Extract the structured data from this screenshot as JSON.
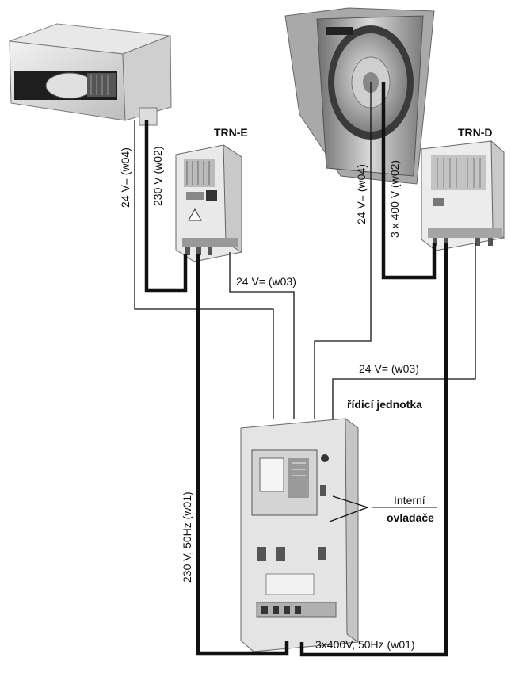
{
  "devices": {
    "trn_e": "TRN-E",
    "trn_d": "TRN-D",
    "control_unit": "řídicí jednotka"
  },
  "wires": {
    "left_w04": "24 V= (w04)",
    "left_w02": "230 V (w02)",
    "left_w03": "24 V= (w03)",
    "right_w04": "24 V= (w04)",
    "right_w02": "3 x 400 V (w02)",
    "right_w03": "24 V= (w03)",
    "left_w01": "230 V, 50Hz (w01)",
    "bottom_w01": "3x400V, 50Hz (w01)"
  },
  "controls": {
    "label_line1": "Interní",
    "label_line2": "ovladače"
  }
}
